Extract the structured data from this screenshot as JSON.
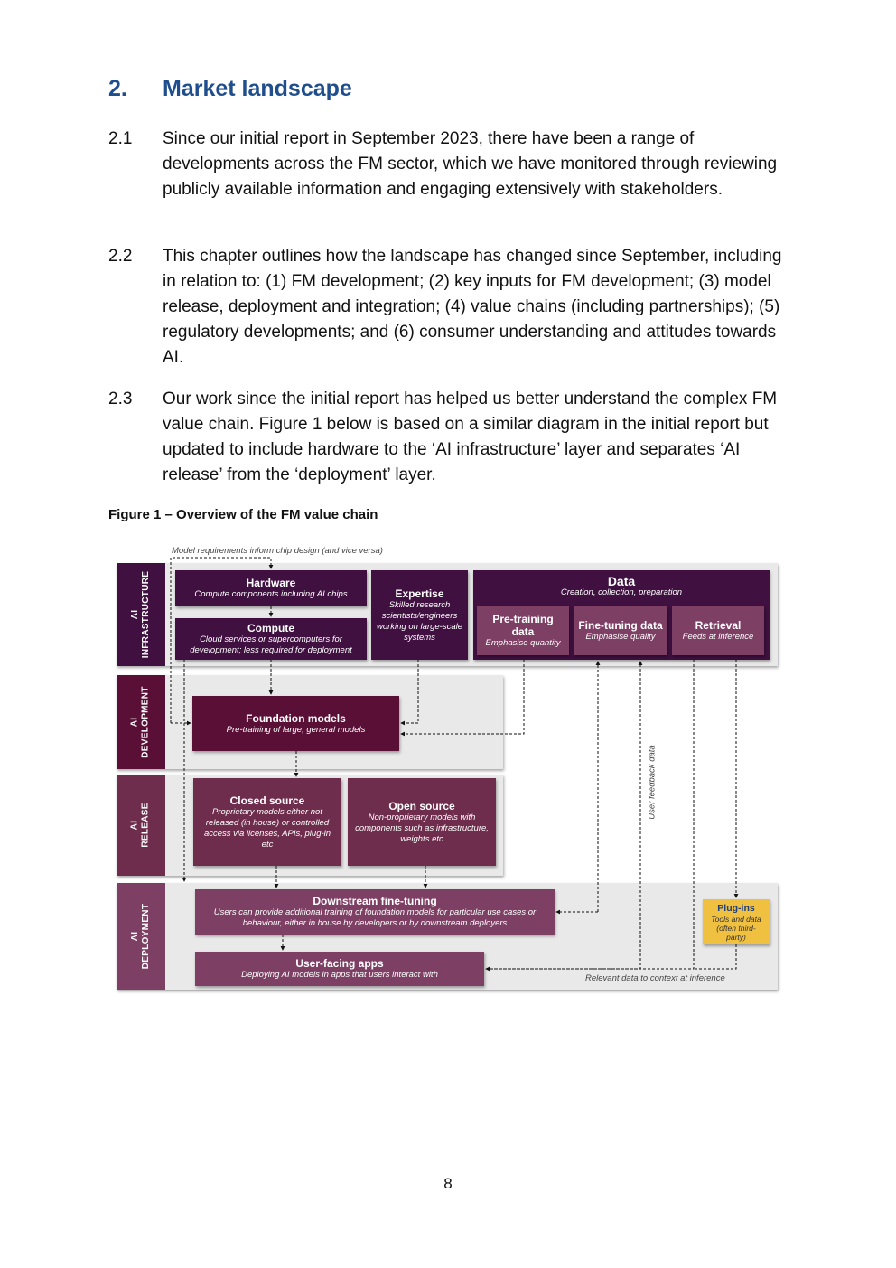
{
  "heading": {
    "number": "2.",
    "title": "Market landscape"
  },
  "paragraphs": [
    {
      "number": "2.1",
      "text": "Since our initial report in September 2023, there have been a range of developments across the FM sector, which we have monitored through reviewing publicly available information and engaging extensively with stakeholders."
    },
    {
      "number": "2.2",
      "text": "This chapter outlines how the landscape has changed since September, including in relation to: (1) FM development; (2) key inputs for FM development; (3) model release, deployment and integration; (4) value chains (including partnerships); (5) regulatory developments; and (6) consumer understanding and attitudes towards AI."
    },
    {
      "number": "2.3",
      "text": "Our work since the initial report has helped us better understand the complex FM value chain. Figure 1 below is based on a similar diagram in the initial report but updated to include hardware to the ‘AI infrastructure’ layer and separates ‘AI release’ from the ‘deployment’ layer."
    }
  ],
  "figure": {
    "caption": "Figure 1 – Overview of the FM value chain",
    "top_annotation": "Model requirements inform chip design (and vice versa)",
    "feedback_annotation": "User feedback data",
    "context_annotation": "Relevant data to context at inference",
    "layers": {
      "infrastructure": "AI\nINFRASTRUCTURE",
      "development": "AI\nDEVELOPMENT",
      "release": "AI\nRELEASE",
      "deployment": "AI\nDEPLOYMENT"
    },
    "boxes": {
      "hardware": {
        "title": "Hardware",
        "sub": "Compute components including AI chips"
      },
      "compute": {
        "title": "Compute",
        "sub": "Cloud services or supercomputers for development; less required for deployment"
      },
      "expertise": {
        "title": "Expertise",
        "sub": "Skilled research scientists/engineers working on large-scale systems"
      },
      "data": {
        "title": "Data",
        "sub": "Creation, collection, preparation"
      },
      "pretraining": {
        "title": "Pre-training data",
        "sub": "Emphasise quantity"
      },
      "finetuning_data": {
        "title": "Fine-tuning data",
        "sub": "Emphasise quality"
      },
      "retrieval": {
        "title": "Retrieval",
        "sub": "Feeds at inference"
      },
      "foundation": {
        "title": "Foundation models",
        "sub": "Pre-training of large, general models"
      },
      "closed": {
        "title": "Closed source",
        "sub": "Proprietary models either not released (in house) or controlled access via licenses, APIs, plug-in etc"
      },
      "open": {
        "title": "Open source",
        "sub": "Non-proprietary models with components such as infrastructure, weights etc"
      },
      "downstream": {
        "title": "Downstream fine-tuning",
        "sub": "Users can provide additional training of foundation models for particular use cases or behaviour, either in house by developers or by downstream deployers"
      },
      "userapps": {
        "title": "User-facing apps",
        "sub": "Deploying AI models in apps that users interact with"
      },
      "plugins": {
        "title": "Plug-ins",
        "sub": "Tools and data (often third-party)"
      }
    },
    "colors": {
      "infrastructure": "#3f1040",
      "development": "#5a0f36",
      "release": "#6e2d4c",
      "deployment": "#7d4064",
      "plugins": "#f0c040",
      "plugins_text": "#1f3f7a",
      "heading": "#1f4e8c"
    }
  },
  "page_number": "8"
}
